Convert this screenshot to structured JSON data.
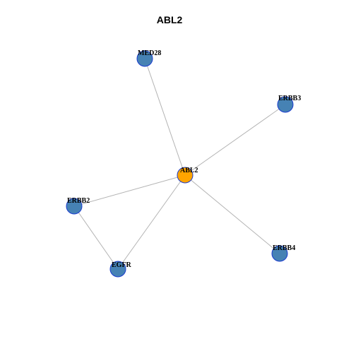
{
  "title": "ABL2",
  "colors": {
    "center_node": "#FFA500",
    "leaf_node": "#4682B4",
    "node_border": "#1a3ccf",
    "edge": "#b3b3b3"
  },
  "graph": {
    "nodes": [
      {
        "id": "ABL2",
        "label": "ABL2",
        "role": "center"
      },
      {
        "id": "MED28",
        "label": "MED28",
        "role": "leaf"
      },
      {
        "id": "ERBB3",
        "label": "ERBB3",
        "role": "leaf"
      },
      {
        "id": "ERBB2",
        "label": "ERBB2",
        "role": "leaf"
      },
      {
        "id": "EGFR",
        "label": "EGFR",
        "role": "leaf"
      },
      {
        "id": "ERBB4",
        "label": "ERBB4",
        "role": "leaf"
      }
    ],
    "edges": [
      {
        "source": "ABL2",
        "target": "MED28"
      },
      {
        "source": "ABL2",
        "target": "ERBB3"
      },
      {
        "source": "ABL2",
        "target": "ERBB2"
      },
      {
        "source": "ABL2",
        "target": "EGFR"
      },
      {
        "source": "ABL2",
        "target": "ERBB4"
      },
      {
        "source": "ERBB2",
        "target": "EGFR"
      }
    ]
  }
}
